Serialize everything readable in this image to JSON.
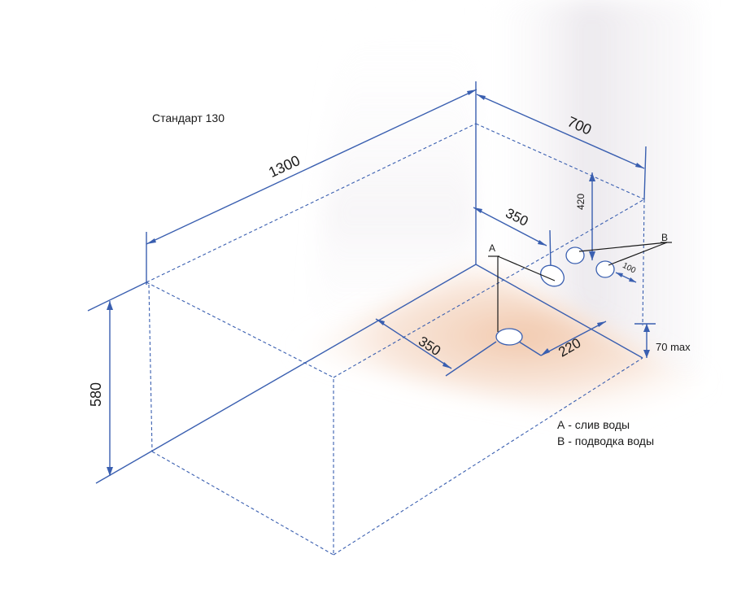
{
  "title": "Стандарт 130",
  "dimensions": {
    "length": "1300",
    "width": "700",
    "height": "580",
    "drain_from_wall": "350",
    "drain_from_side": "350",
    "drain_to_edge": "220",
    "supply_height": "420",
    "supply_spacing": "100",
    "drain_height": "70 max"
  },
  "markers": {
    "drain": "A",
    "supply": "B"
  },
  "legend": [
    "А - слив воды",
    "В - подводка воды"
  ],
  "colors": {
    "lines": "#3a5fb0",
    "floor_shadow": "#f2cdb4",
    "wall_shadow": "#e9e6ea"
  }
}
